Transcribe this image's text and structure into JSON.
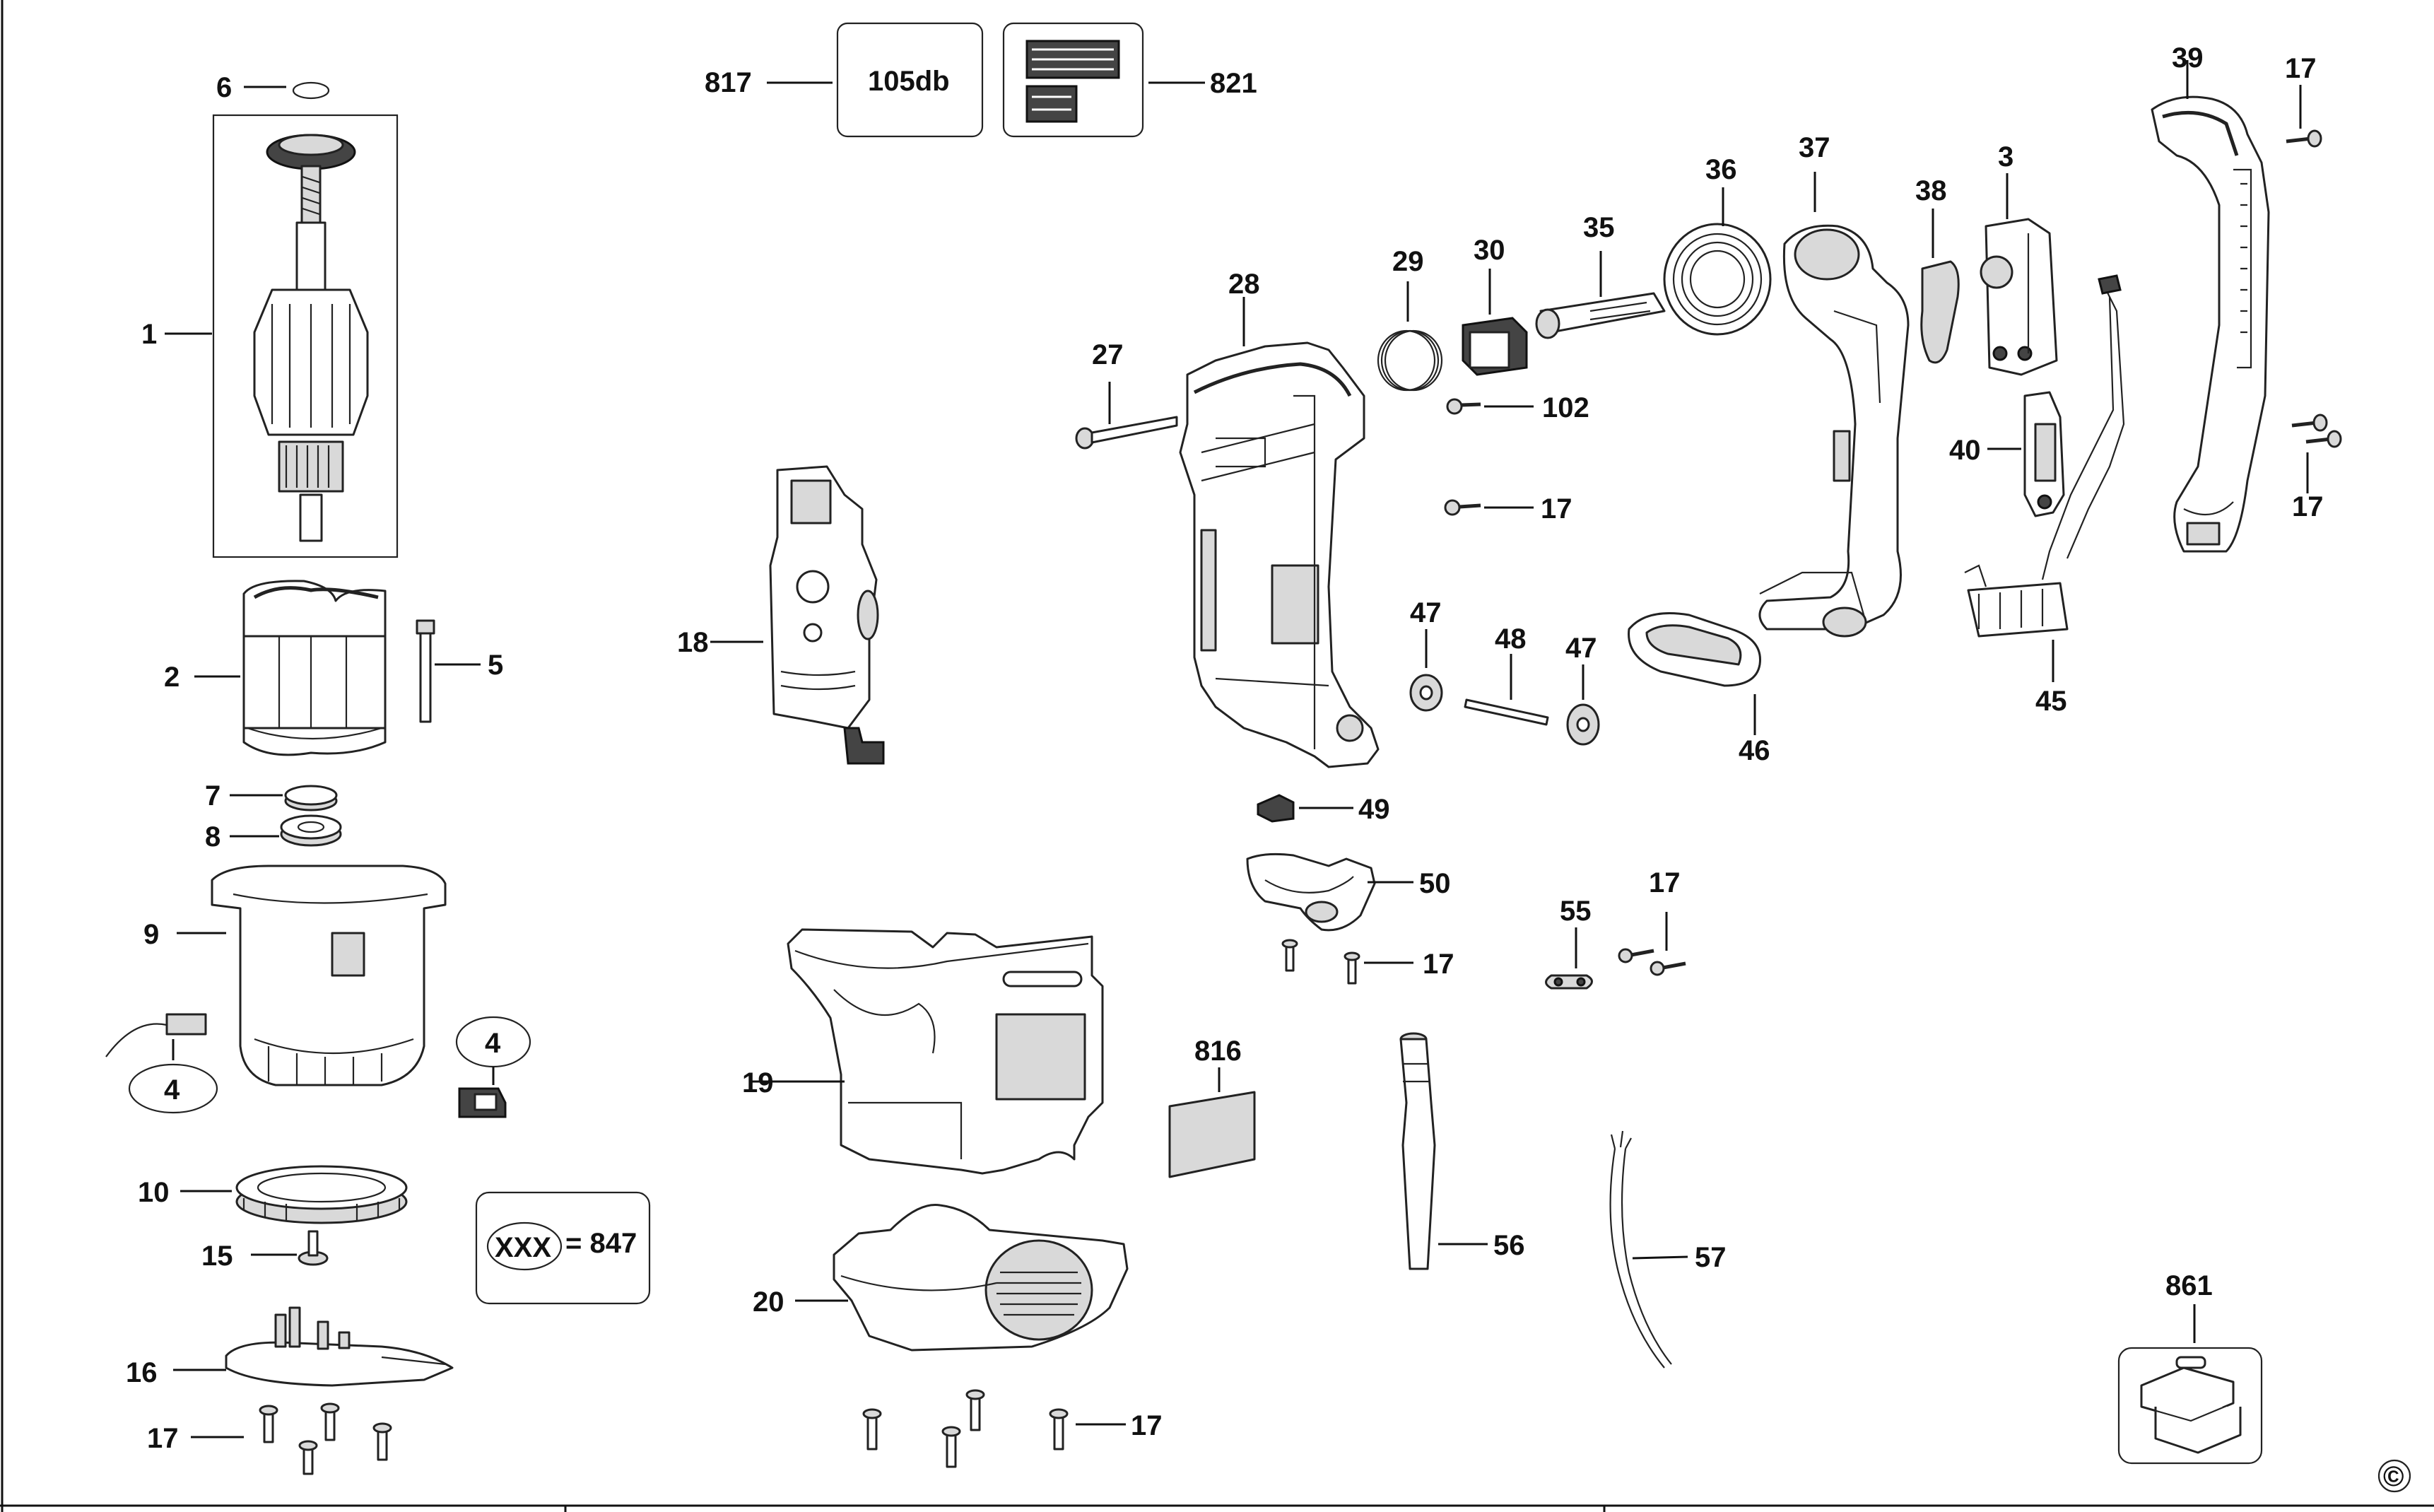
{
  "callouts": {
    "c1": "1",
    "c2": "2",
    "c3": "3",
    "c4a": "4",
    "c4b": "4",
    "c5": "5",
    "c6": "6",
    "c7": "7",
    "c8": "8",
    "c9": "9",
    "c10": "10",
    "c15": "15",
    "c16": "16",
    "c17a": "17",
    "c17b": "17",
    "c17c": "17",
    "c17d": "17",
    "c17e": "17",
    "c17f": "17",
    "c17g": "17",
    "c18": "18",
    "c19": "19",
    "c20": "20",
    "c27": "27",
    "c28": "28",
    "c29": "29",
    "c30": "30",
    "c35": "35",
    "c36": "36",
    "c37": "37",
    "c38": "38",
    "c39": "39",
    "c40": "40",
    "c45": "45",
    "c46": "46",
    "c47a": "47",
    "c47b": "47",
    "c48": "48",
    "c49": "49",
    "c50": "50",
    "c55": "55",
    "c56": "56",
    "c57": "57",
    "c102": "102",
    "c816": "816",
    "c817": "817",
    "c821": "821",
    "c861": "861"
  },
  "noise_label": "105db",
  "legend": {
    "oval": "XXX",
    "equals": "= 847"
  },
  "copyright": "©",
  "colors": {
    "ink": "#111111",
    "fill": "#ffffff",
    "shade": "#d9d9d9"
  }
}
